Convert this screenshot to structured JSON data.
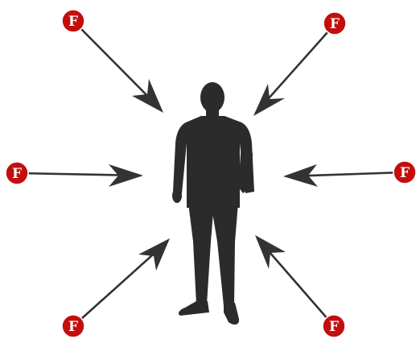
{
  "colors": {
    "node_fill": "#c40d0d",
    "arrow": "#333333",
    "silhouette": "#2b2b2b",
    "background": "#ffffff"
  },
  "figure": {
    "icon": "person-silhouette-icon"
  },
  "nodes": [
    {
      "id": "top-left",
      "label": "F"
    },
    {
      "id": "top-right",
      "label": "F"
    },
    {
      "id": "middle-left",
      "label": "F"
    },
    {
      "id": "middle-right",
      "label": "F"
    },
    {
      "id": "bottom-left",
      "label": "F"
    },
    {
      "id": "bottom-right",
      "label": "F"
    }
  ]
}
